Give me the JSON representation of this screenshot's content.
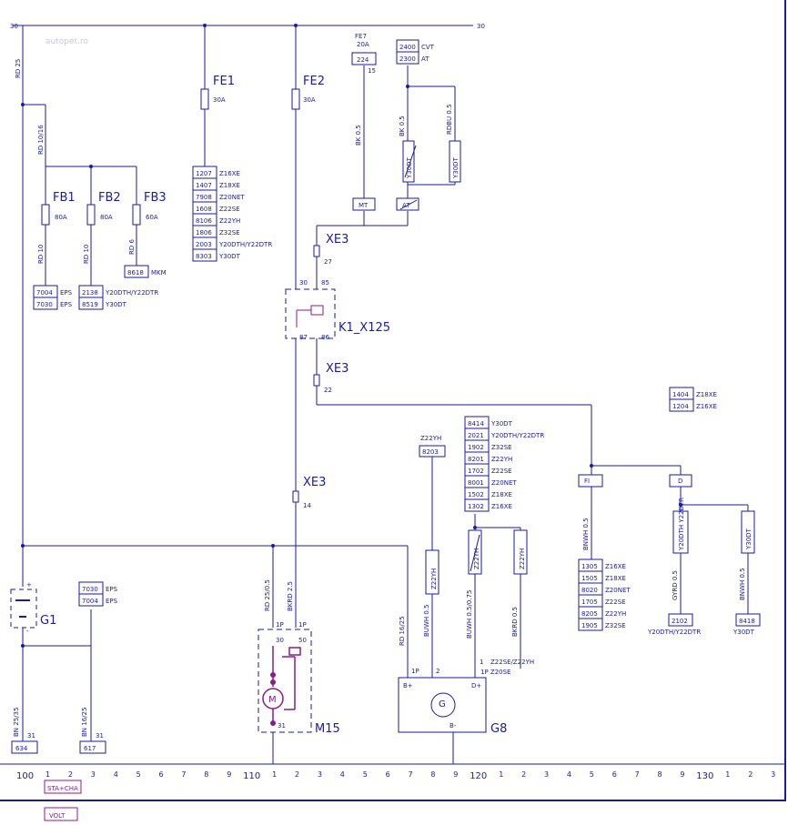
{
  "rails": {
    "top_left": "30",
    "top_right": "30",
    "rd25": "RD 25",
    "rd1016": "RD 10/16"
  },
  "fuses": {
    "fe1": {
      "name": "FE1",
      "rating": "30A"
    },
    "fe2": {
      "name": "FE2",
      "rating": "30A"
    },
    "fe7": {
      "name": "FE7",
      "rating": "20A",
      "box": "224",
      "pin": "15"
    },
    "fb1": {
      "name": "FB1",
      "rating": "80A",
      "wire": "RD 10"
    },
    "fb2": {
      "name": "FB2",
      "rating": "80A",
      "wire": "RD 10"
    },
    "fb3": {
      "name": "FB3",
      "rating": "60A",
      "wire": "RD 6"
    }
  },
  "fe1_table": [
    {
      "code": "1207",
      "label": "Z16XE"
    },
    {
      "code": "1407",
      "label": "Z18XE"
    },
    {
      "code": "7908",
      "label": "Z20NET"
    },
    {
      "code": "1608",
      "label": "Z22SE"
    },
    {
      "code": "8106",
      "label": "Z22YH"
    },
    {
      "code": "1806",
      "label": "Z32SE"
    },
    {
      "code": "2003",
      "label": "Y20DTH/Y22DTR"
    },
    {
      "code": "8303",
      "label": "Y30DT"
    }
  ],
  "fb1_table": [
    {
      "code": "7004",
      "label": "EPS"
    },
    {
      "code": "7030",
      "label": "EPS"
    }
  ],
  "fb2_table": [
    {
      "code": "2138",
      "label": "Y20DTH/Y22DTR"
    },
    {
      "code": "8519",
      "label": "Y30DT"
    }
  ],
  "fb3_table": [
    {
      "code": "8618",
      "label": "MKM"
    }
  ],
  "cvt_table": [
    {
      "code": "2400",
      "label": "CVT"
    },
    {
      "code": "2300",
      "label": "AT"
    }
  ],
  "wires": {
    "bk05_a": "BK 0.5",
    "bk05_b": "BK 0.5",
    "rdbu05": "RDBU 0.5",
    "y30dt_box": "Y30DT",
    "y30dt_diag": "Y30DT",
    "mt": "MT",
    "at": "AT",
    "rd2505": "RD 25/0.5",
    "bkrd25": "BKRD 2.5",
    "rd1625": "RD 16/25",
    "buwh05": "BUWH 0.5",
    "buwh05075": "BUWH 0.5/0.75",
    "bkrd05": "BKRD 0.5",
    "bn2535": "BN 25/35",
    "bn1625": "BN 16/25",
    "bnwh05a": "BNWH 0.5",
    "gyrd05": "GYRD 0.5",
    "bnwh05b": "BNWH 0.5",
    "z22yh_box": "Z22YH",
    "z22yh_top": "Z22YH",
    "code8203": "8203",
    "z22yh_diag": "Z22YH",
    "z22yh_box2": "Z22YH",
    "y20dth_box": "Y20DTH Y22DTR",
    "y30dt_box2": "Y30DT"
  },
  "xe3": [
    {
      "name": "XE3",
      "pin": "27"
    },
    {
      "name": "XE3",
      "pin": "22"
    },
    {
      "name": "XE3",
      "pin": "14"
    }
  ],
  "relay": {
    "name": "K1_X125",
    "p30": "30",
    "p85": "85",
    "p87": "87",
    "p86": "86"
  },
  "center_table": [
    {
      "code": "8414",
      "label": "Y30DT"
    },
    {
      "code": "2021",
      "label": "Y20DTH/Y22DTR"
    },
    {
      "code": "1902",
      "label": "Z32SE"
    },
    {
      "code": "8201",
      "label": "Z22YH"
    },
    {
      "code": "1702",
      "label": "Z22SE"
    },
    {
      "code": "8001",
      "label": "Z20NET"
    },
    {
      "code": "1502",
      "label": "Z18XE"
    },
    {
      "code": "1302",
      "label": "Z16XE"
    }
  ],
  "right_top_table": [
    {
      "code": "1404",
      "label": "Z18XE"
    },
    {
      "code": "1204",
      "label": "Z16XE"
    }
  ],
  "fi_table": [
    {
      "code": "1305",
      "label": "Z16XE"
    },
    {
      "code": "1505",
      "label": "Z18XE"
    },
    {
      "code": "8020",
      "label": "Z20NET"
    },
    {
      "code": "1705",
      "label": "Z22SE"
    },
    {
      "code": "8205",
      "label": "Z22YH"
    },
    {
      "code": "1905",
      "label": "Z32SE"
    }
  ],
  "junctions": {
    "fi": "FI",
    "d": "D"
  },
  "box2102": {
    "code": "2102",
    "label": "Y20DTH/Y22DTR"
  },
  "box8418": {
    "code": "8418",
    "label": "Y30DT"
  },
  "eps_lower": [
    {
      "code": "7030",
      "label": "EPS"
    },
    {
      "code": "7004",
      "label": "EPS"
    }
  ],
  "battery": {
    "name": "G1",
    "plus": "+",
    "minus": "-"
  },
  "ground_boxes": [
    {
      "code": "634",
      "pin": "31"
    },
    {
      "code": "617",
      "pin": "31"
    }
  ],
  "motor": {
    "name": "M15",
    "symbol": "M",
    "p30": "30",
    "p50": "50",
    "p31": "31",
    "c1": "1P",
    "c2": "1P"
  },
  "alternator": {
    "name": "G8",
    "symbol": "G",
    "bplus": "B+",
    "dplus": "D+",
    "bminus": "B-",
    "p1": "1P",
    "p2": "2",
    "p3": "1",
    "note1": "Z22SE/Z22YH",
    "note2": "1P Z20SE"
  },
  "ruler": {
    "major": [
      "100",
      "110",
      "120",
      "130"
    ],
    "minor": [
      "1",
      "2",
      "3",
      "4",
      "5",
      "6",
      "7",
      "8",
      "9"
    ],
    "tail": [
      "1",
      "2",
      "3"
    ]
  },
  "footer": {
    "sta_cha": "STA+CHA",
    "volt": "VOLT"
  },
  "watermark": "autopet.ro",
  "colors": {
    "line": "#1a1aa6",
    "text": "#1a1aa6",
    "accent": "#8b1a8b"
  }
}
